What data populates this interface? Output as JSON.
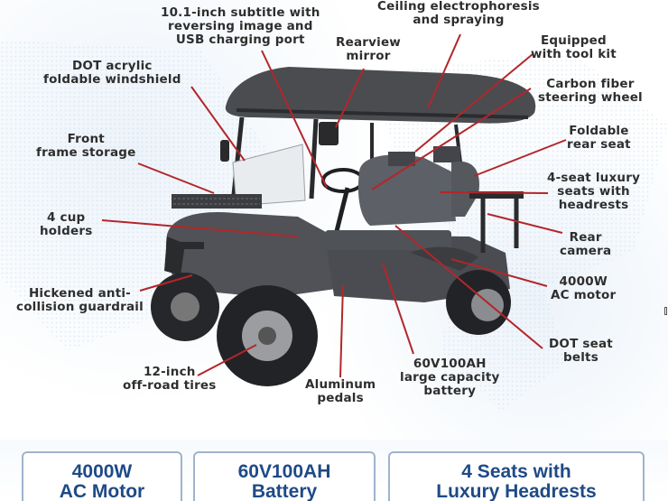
{
  "product": "4-seat electric golf cart",
  "callouts": [
    {
      "id": "subtitle-screen",
      "line1": "10.1-inch subtitle with",
      "line2": "reversing image and",
      "line3": "USB charging port"
    },
    {
      "id": "ceiling",
      "line1": "Ceiling electrophoresis",
      "line2": "and spraying"
    },
    {
      "id": "rearview-mirror",
      "line1": "Rearview",
      "line2": "mirror"
    },
    {
      "id": "windshield",
      "line1": "DOT acrylic",
      "line2": "foldable windshield"
    },
    {
      "id": "tool-kit",
      "line1": "Equipped",
      "line2": "with tool kit"
    },
    {
      "id": "steering-wheel",
      "line1": "Carbon fiber",
      "line2": "steering wheel"
    },
    {
      "id": "front-storage",
      "line1": "Front",
      "line2": "frame storage"
    },
    {
      "id": "rear-seat",
      "line1": "Foldable",
      "line2": "rear seat"
    },
    {
      "id": "luxury-seats",
      "line1": "4-seat luxury",
      "line2": "seats with",
      "line3": "headrests"
    },
    {
      "id": "cup-holders",
      "line1": "4 cup",
      "line2": "holders"
    },
    {
      "id": "rear-camera",
      "line1": "Rear",
      "line2": "camera"
    },
    {
      "id": "ac-motor",
      "line1": "4000W",
      "line2": "AC motor"
    },
    {
      "id": "guardrail",
      "line1": "Hickened anti-",
      "line2": "collision guardrail"
    },
    {
      "id": "seat-belts",
      "line1": "DOT seat",
      "line2": "belts"
    },
    {
      "id": "tires",
      "line1": "12-inch",
      "line2": "off-road tires"
    },
    {
      "id": "pedals",
      "line1": "Aluminum",
      "line2": "pedals"
    },
    {
      "id": "battery",
      "line1": "60V100AH",
      "line2": "large capacity",
      "line3": "battery"
    }
  ],
  "features": [
    {
      "line1": "4000W",
      "line2": "AC Motor"
    },
    {
      "line1": "60V100AH",
      "line2": "Battery"
    },
    {
      "line1": "4 Seats with",
      "line2": "Luxury Headrests"
    }
  ],
  "colors": {
    "leader_line": "#b3262a",
    "feature_text": "#1e4a86",
    "feature_border": "#9fb3cc",
    "callout_text": "#2e2e2e"
  }
}
